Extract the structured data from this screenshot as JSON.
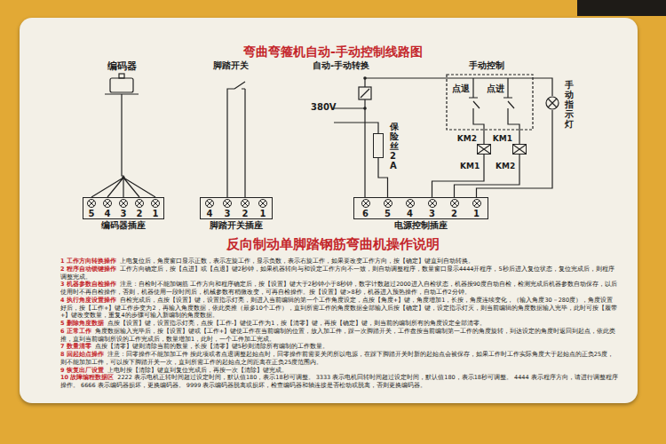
{
  "diagram": {
    "title": "弯曲弯箍机自动-手动控制线路图",
    "nodes": [
      {
        "text": [
          "编码器"
        ]
      },
      {
        "text": [
          "5",
          "4",
          "3",
          "2",
          "1",
          "编码器插座"
        ]
      },
      {
        "text": [
          "4",
          "3",
          "2",
          "1",
          "脚踏开关插座"
        ]
      },
      {
        "text": [
          "保险丝2A"
        ]
      },
      {
        "text": [
          "KM2"
        ]
      },
      {
        "text": [
          "KM1"
        ]
      },
      {
        "text": [
          "手动指示灯"
        ]
      },
      {
        "text": [
          "6",
          "5",
          "4",
          "3",
          "2",
          "1",
          "电源控制插座"
        ]
      }
    ],
    "edges": [
      {
        "from": 0,
        "to": 1,
        "arrow": "none"
      },
      {
        "from": 3,
        "to": 7,
        "arrow": "none"
      },
      {
        "from": 4,
        "to": 7,
        "arrow": "none"
      },
      {
        "from": 5,
        "to": 7,
        "arrow": "none"
      },
      {
        "from": 6,
        "to": 7,
        "arrow": "none"
      }
    ],
    "labels": [
      "脚踏开关",
      "自动-手动转换",
      "380V",
      "手动控制",
      "点退",
      "点进",
      "KM1",
      "KM2",
      "反向制动单脚踏钢筋弯曲机操作说明",
      "1 工作方向转换操作",
      "上电复位后，角度窗口显示正数，表示左旋工作，显示负数，表示右旋工作，如果要改变工作方向，按【确定】键直到自动转换。",
      "2 程序自动锁键操作",
      "工作方向确定后，按【点进】或【点退】键2秒钟，如果机器转向与和设定工作方向不一致，则自动调整程序，数量窗口显示4444开程序，5秒后进入复位状态，复位完成后，则程序调整完成。",
      "3 机器参数自检操作",
      "注意：自检时不能加钢筋 工作方向和程序确定后，按【设置】键大于2秒钟小于8秒钟，数字计数超过2000进入自检状态，机器按90度自动自检，检测完成后机器参数自动保存，以后使用时不再自检操作，否则，机器使用一段时间后，机械参数有稍微改变，可再自检操作。按【设置】键>8秒，机器进入预热操作，自动工作2分钟。",
      "4 执行角度设置操作",
      "自检完成后，点按【设置】键，设置指示灯亮，则进入当前编辑的第一个工作角度设定，点按【角度+】键，角度增加1，长按，角度连续变化，（输入角度30－280度），角度设置好后，按【工作+】键工作步变为2，再输入角度数据，依此类推（最多10个工作），直到所需工作的角度数据全部输入后按【确定】键，设定指示灯灭，则当前编辑的角度数据输入完毕，此时可按【履带+】键改变数量，重复4的步骤可输入新编制的角度数据。",
      "5 删除角度数据",
      "点按【设置】键，设置指示灯亮，点按【工作-】键使工作为1，按【清零】键，再按【确定】键，则当前的编制所有的角度设定全部清零。",
      "6 正常工作",
      "角度数据输入完毕后，按【设置】键或【工作+】键使工作在当前编制的位置，放入加工件，踩一次脚踏开关，工作盘按当前编制第一工作的角度旋转，到达设定的角度时返回到起点，依此类推，直到当前编制所设的工作完成后，数量增加1，此时，一个工件加工完成。",
      "7 数量清零",
      "点按【清零】键则清除当前的数量，长按【清零】键5秒则清除所有编制的工作数量。",
      "8 回起始点操作",
      "注意：回零操作不能加加工件 按此项或者点退调整起始点时，回零操作前需要关闭所以电源，在踩下脚踏开关时新的起始点会被保存，如果工作时工作实际角度大于起始点的正负25度，则不能加加工件，可以按下脚踏开关一次，直到所需工作的起始点之间距离在正负25度范围内。",
      "9 恢复出厂设置",
      "上电时按【清除】键直到复位完成后，再按一次【清除】键完成。",
      "10 故障编程数据区",
      "2222 表示电机正转时间超过设定时间，默认值180，表示18秒可调整。 3333 表示电机回转时间超过设定时间，默认值180，表示18秒可调整。 4444 表示程序方向，请进行调整程序操作。 6666 表示编码器损坏，更换编码器。 9999 表示编码器脱离或损坏，检查编码器和轴连接是否松动或脱离，否则更换编码器。"
    ]
  }
}
